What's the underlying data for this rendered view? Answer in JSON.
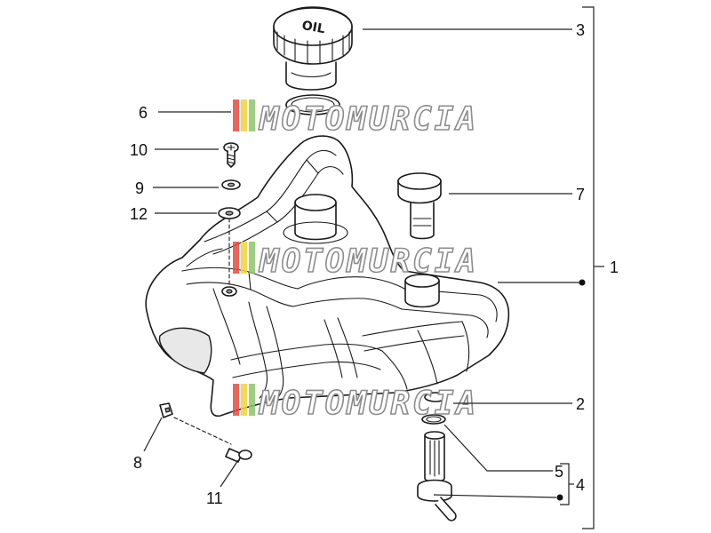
{
  "watermark": {
    "text": "MOTOMURCIA",
    "stripe_colors": [
      "#e84b3c",
      "#f2d23a",
      "#8cc56b"
    ]
  },
  "cap_embossing": "OIL",
  "callouts": [
    {
      "id": "3",
      "label": "3"
    },
    {
      "id": "6",
      "label": "6"
    },
    {
      "id": "10",
      "label": "10"
    },
    {
      "id": "9",
      "label": "9"
    },
    {
      "id": "12",
      "label": "12"
    },
    {
      "id": "7",
      "label": "7"
    },
    {
      "id": "1",
      "label": "1"
    },
    {
      "id": "2",
      "label": "2"
    },
    {
      "id": "5",
      "label": "5"
    },
    {
      "id": "4",
      "label": "4"
    },
    {
      "id": "8",
      "label": "8"
    },
    {
      "id": "11",
      "label": "11"
    }
  ]
}
